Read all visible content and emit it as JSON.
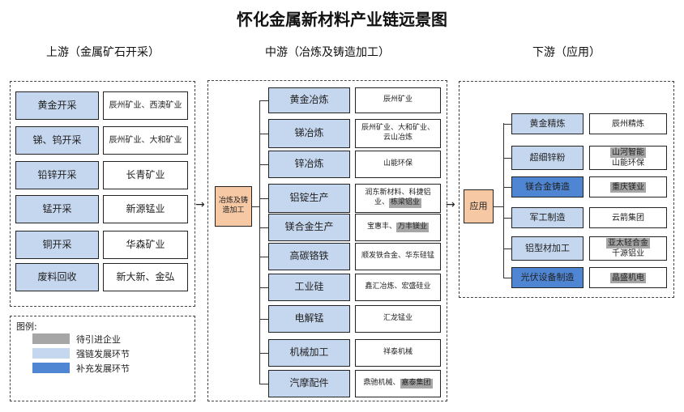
{
  "title": "怀化金属新材料产业链远景图",
  "upstream": {
    "header": "上游（金属矿石开采）",
    "rows": [
      {
        "category": "黄金开采",
        "companies": [
          {
            "text": "辰州矿业、西澳矿业"
          }
        ]
      },
      {
        "category": "锑、钨开采",
        "companies": [
          {
            "text": "辰州矿业、大和矿业"
          }
        ]
      },
      {
        "category": "铅锌开采",
        "companies": [
          {
            "text": "长青矿业"
          }
        ]
      },
      {
        "category": "锰开采",
        "companies": [
          {
            "text": "新源锰业"
          }
        ]
      },
      {
        "category": "铜开采",
        "companies": [
          {
            "text": "华森矿业"
          }
        ]
      },
      {
        "category": "废料回收",
        "companies": [
          {
            "text": "新大新、金弘"
          }
        ]
      }
    ]
  },
  "midstream": {
    "header": "中游（冶炼及铸造加工）",
    "hub": "冶炼及铸造加工",
    "rows": [
      {
        "category": "黄金冶炼",
        "companies": [
          {
            "text": "辰州矿业"
          }
        ]
      },
      {
        "category": "锑冶炼",
        "companies": [
          {
            "text": "辰州矿业、大和矿业、云山冶炼"
          }
        ]
      },
      {
        "category": "锌冶炼",
        "companies": [
          {
            "text": "山能环保"
          }
        ]
      },
      {
        "category": "铝锭生产",
        "companies": [
          {
            "text": "润东新材料、科捷铝业、"
          },
          {
            "text": "栋梁铝业",
            "pending": true
          }
        ]
      },
      {
        "category": "镁合金生产",
        "companies": [
          {
            "text": "宝惠丰、"
          },
          {
            "text": "万丰镁业",
            "pending": true
          }
        ]
      },
      {
        "category": "高碳铬铁",
        "companies": [
          {
            "text": "顺发铁合金、华东硅锰"
          }
        ]
      },
      {
        "category": "工业硅",
        "companies": [
          {
            "text": "鑫汇冶炼、宏盛硅业"
          }
        ]
      },
      {
        "category": "电解锰",
        "companies": [
          {
            "text": "汇龙锰业"
          }
        ]
      },
      {
        "category": "机械加工",
        "companies": [
          {
            "text": "祥泰机械"
          }
        ]
      },
      {
        "category": "汽摩配件",
        "companies": [
          {
            "text": "鼎驰机械、"
          },
          {
            "text": "嘉泰集团",
            "pending": true
          }
        ]
      }
    ]
  },
  "downstream": {
    "header": "下游（应用）",
    "hub": "应用",
    "rows": [
      {
        "category": "黄金精炼",
        "supplement": false,
        "companies": [
          {
            "text": "辰州精炼"
          }
        ]
      },
      {
        "category": "超细锌粉",
        "supplement": false,
        "companies": [
          {
            "text": "山河智能",
            "pending": true
          },
          {
            "text": "山能环保"
          }
        ]
      },
      {
        "category": "镁合金铸造",
        "supplement": true,
        "companies": [
          {
            "text": "重庆镁业",
            "pending": true
          }
        ]
      },
      {
        "category": "军工制造",
        "supplement": false,
        "companies": [
          {
            "text": "云箭集团"
          }
        ]
      },
      {
        "category": "铝型材加工",
        "supplement": false,
        "companies": [
          {
            "text": "亚太轻合金",
            "pending": true
          },
          {
            "text": "千源铝业"
          }
        ]
      },
      {
        "category": "光伏设备制造",
        "supplement": true,
        "companies": [
          {
            "text": "晶盛机电",
            "pending": true
          }
        ]
      }
    ]
  },
  "legend": {
    "title": "图例:",
    "items": [
      {
        "label": "待引进企业",
        "color": "#a6a6a6"
      },
      {
        "label": "强链发展环节",
        "color": "#c5d7ef"
      },
      {
        "label": "补充发展环节",
        "color": "#4f86d4"
      }
    ]
  },
  "colors": {
    "pending": "#a6a6a6",
    "strong": "#c5d7ef",
    "supplement": "#4f86d4",
    "hub": "#f6c8a4"
  }
}
